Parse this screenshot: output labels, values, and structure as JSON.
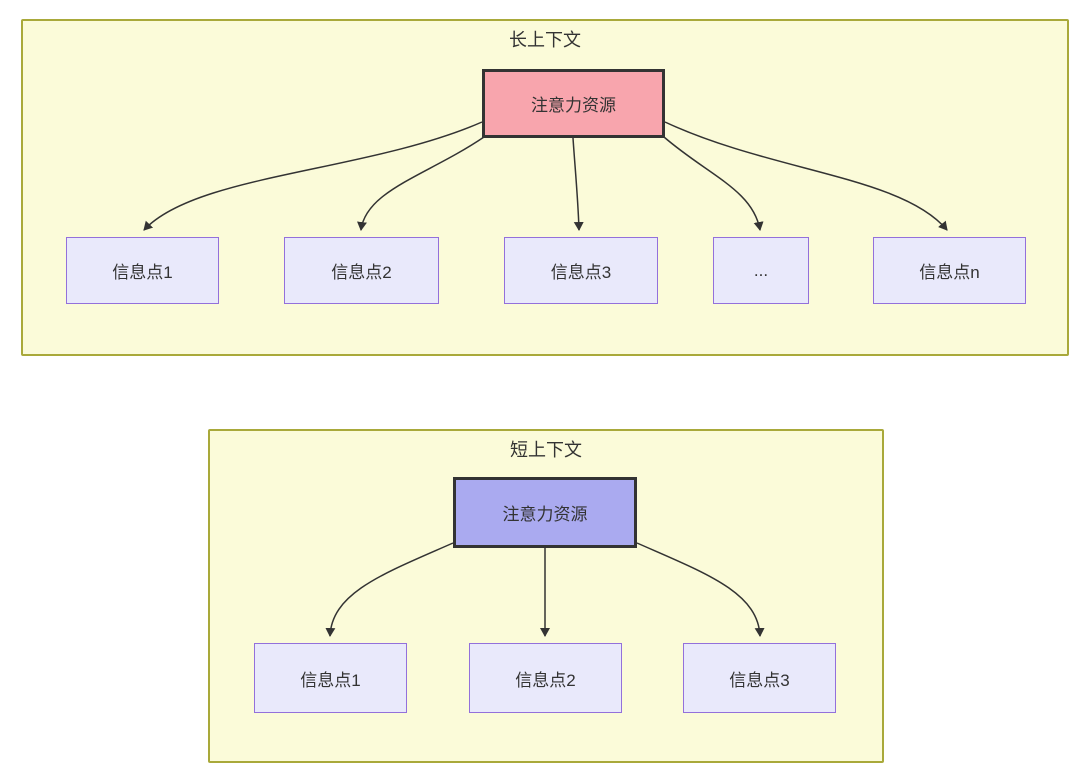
{
  "long_context": {
    "title": "长上下文",
    "attention": {
      "label": "注意力资源",
      "fill": "#f8a5ad"
    },
    "info_points": [
      {
        "label": "信息点1"
      },
      {
        "label": "信息点2"
      },
      {
        "label": "信息点3"
      },
      {
        "label": "..."
      },
      {
        "label": "信息点n"
      }
    ]
  },
  "short_context": {
    "title": "短上下文",
    "attention": {
      "label": "注意力资源",
      "fill": "#aaaaf0"
    },
    "info_points": [
      {
        "label": "信息点1"
      },
      {
        "label": "信息点2"
      },
      {
        "label": "信息点3"
      }
    ]
  },
  "colors": {
    "container_fill": "#fbfbd9",
    "container_border": "#a9a93a",
    "info_fill": "#e9e9fb",
    "info_border": "#9370db",
    "attention_long_fill": "#f8a5ad",
    "attention_short_fill": "#aaaaf0",
    "attention_border": "#333333",
    "arrow": "#333333",
    "text": "#333333"
  }
}
